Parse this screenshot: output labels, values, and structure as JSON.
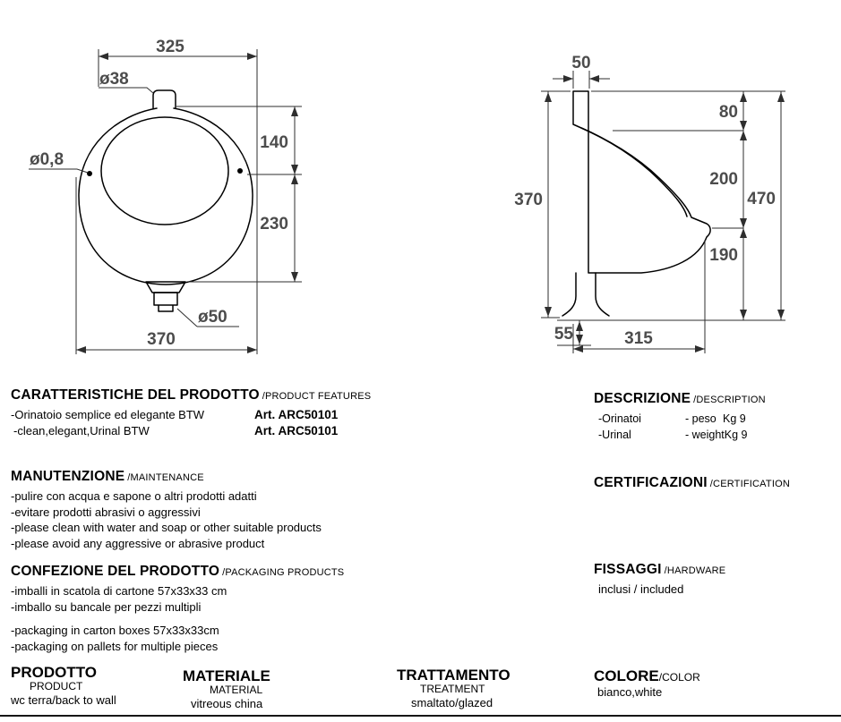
{
  "front_view": {
    "dims": {
      "top_width": "325",
      "inlet_diameter": "ø38",
      "upper_height": "140",
      "hole_diameter": "ø0,8",
      "lower_height": "230",
      "outlet_diameter": "ø50",
      "bottom_width": "370"
    }
  },
  "side_view": {
    "dims": {
      "inlet_width": "50",
      "top_segment": "80",
      "back_height": "370",
      "mid_segment": "200",
      "overall_height": "470",
      "lip_segment": "190",
      "outlet_drop": "55",
      "depth": "315"
    }
  },
  "sections": {
    "features": {
      "title_it": "CARATTERISTICHE DEL PRODOTTO",
      "title_en": "/PRODUCT FEATURES",
      "line_it": "-Orinatoio semplice ed elegante BTW",
      "line_en": "-clean,elegant,Urinal BTW",
      "art_1": "Art. ARC50101",
      "art_2": "Art. ARC50101"
    },
    "maintenance": {
      "title_it": "MANUTENZIONE",
      "title_en": "/MAINTENANCE",
      "lines": [
        "-pulire con acqua e sapone o altri prodotti adatti",
        "-evitare prodotti abrasivi o aggressivi",
        "-please clean with water and soap or other suitable products",
        "-please avoid any aggressive or abrasive product"
      ]
    },
    "packaging": {
      "title_it": "CONFEZIONE DEL PRODOTTO",
      "title_en": "/PACKAGING PRODUCTS",
      "lines_it": [
        "-imballi in scatola di cartone 57x33x33 cm",
        "-imballo su bancale per pezzi multipli"
      ],
      "lines_en": [
        "-packaging in carton boxes 57x33x33cm",
        "-packaging on pallets for multiple pieces"
      ]
    },
    "description": {
      "title_it": "DESCRIZIONE",
      "title_en": "/DESCRIPTION",
      "rows": [
        {
          "name": "-Orinatoi",
          "label": "- peso",
          "value": "Kg 9"
        },
        {
          "name": "-Urinal",
          "label": "- weight",
          "value": "Kg 9"
        }
      ]
    },
    "certifications": {
      "title_it": "CERTIFICAZIONI",
      "title_en": "/CERTIFICATION"
    },
    "hardware": {
      "title_it": "FISSAGGI",
      "title_en": "/HARDWARE",
      "value": "inclusi / included"
    }
  },
  "footer": {
    "product": {
      "title_it": "PRODOTTO",
      "title_en": "PRODUCT",
      "value": "wc terra/back to wall"
    },
    "material": {
      "title_it": "MATERIALE",
      "title_en": "MATERIAL",
      "value": "vitreous china"
    },
    "treatment": {
      "title_it": "TRATTAMENTO",
      "title_en": "TREATMENT",
      "value": "smaltato/glazed"
    },
    "color": {
      "title_it": "COLORE",
      "title_en": "/COLOR",
      "value": "bianco,white"
    }
  }
}
